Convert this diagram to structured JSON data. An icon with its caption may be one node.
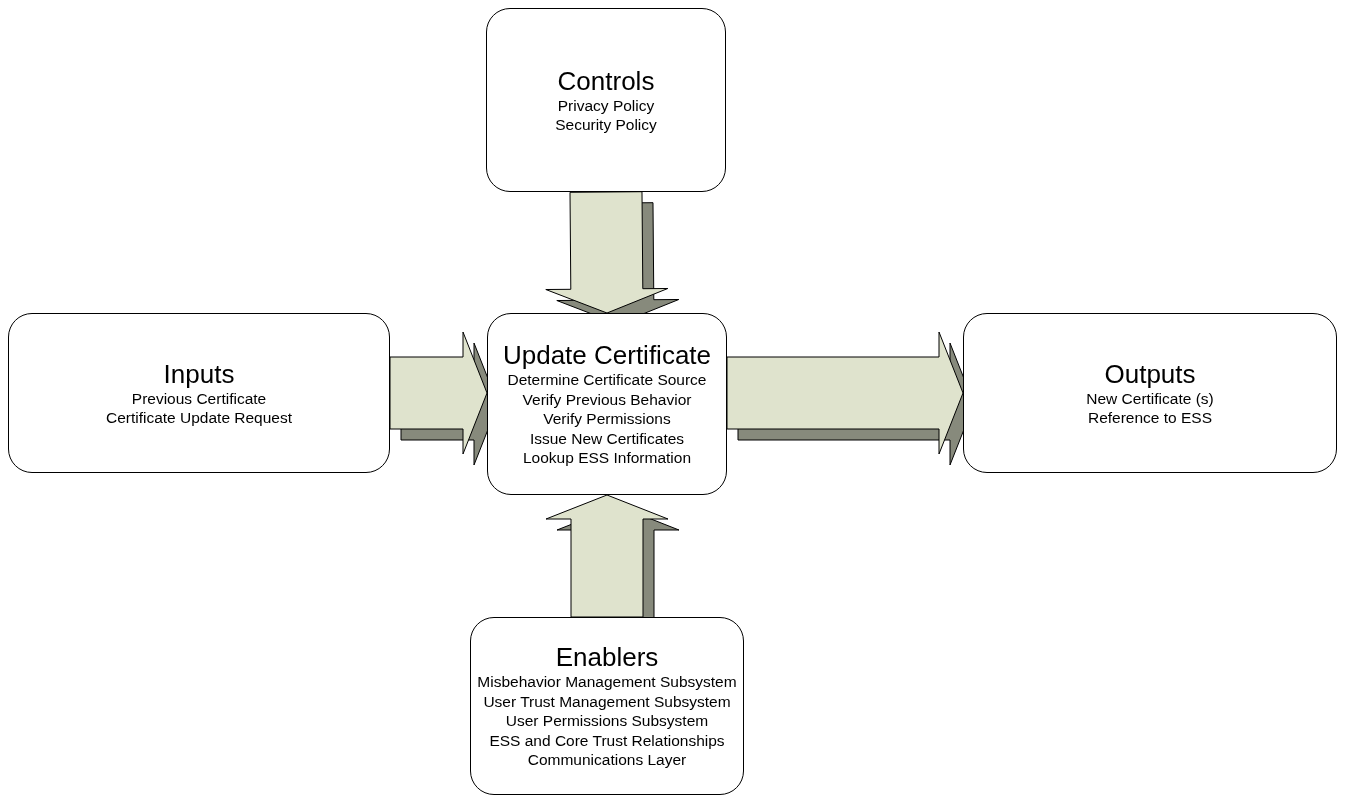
{
  "diagram": {
    "nodes": [
      {
        "text": [
          "Controls",
          "Privacy Policy",
          "Security Policy"
        ]
      },
      {
        "text": [
          "Inputs",
          "Previous Certificate",
          "Certificate Update Request"
        ]
      },
      {
        "text": [
          "Update Certificate",
          "Determine Certificate Source",
          "Verify Previous Behavior",
          "Verify Permissions",
          "Issue New Certificates",
          "Lookup ESS Information"
        ]
      },
      {
        "text": [
          "Outputs",
          "New Certificate (s)",
          "Reference to ESS"
        ]
      },
      {
        "text": [
          "Enablers",
          "Misbehavior Management Subsystem",
          "User Trust Management Subsystem",
          "User Permissions Subsystem",
          "ESS and Core Trust Relationships",
          "Communications Layer"
        ]
      }
    ],
    "edges": [
      {
        "from": 0,
        "to": 2,
        "arrow": "to",
        "style": "thick"
      },
      {
        "from": 1,
        "to": 2,
        "arrow": "to",
        "style": "thick"
      },
      {
        "from": 2,
        "to": 3,
        "arrow": "to",
        "style": "thick"
      },
      {
        "from": 4,
        "to": 2,
        "arrow": "to",
        "style": "thick"
      }
    ]
  }
}
